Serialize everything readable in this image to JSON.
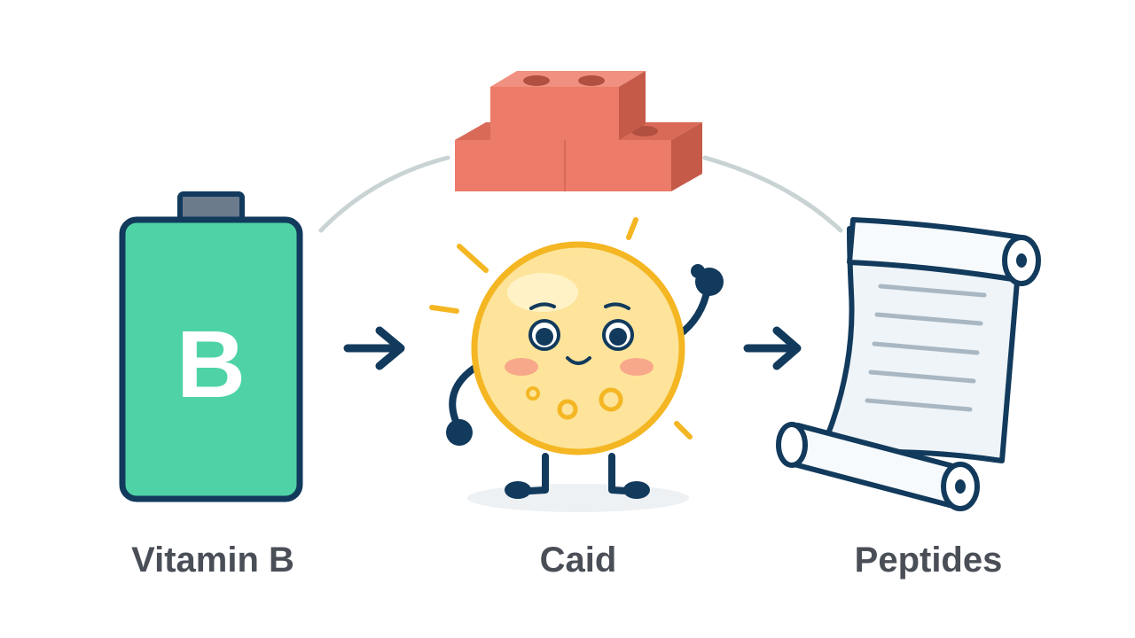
{
  "colors": {
    "battery": "#4fd3a6",
    "outline": "#123a5c",
    "brick": "#ec7b69",
    "sun": "#f4b622",
    "scroll": "#eef4f8",
    "arc": "#c9d3d4",
    "label": "#4a4f57"
  },
  "icons": {
    "battery": "battery-icon",
    "brick": "lego-brick-icon",
    "mascot": "smiling-cell-mascot",
    "scroll": "paper-scroll-icon",
    "arrow": "arrow-right-icon"
  },
  "battery": {
    "letter": "B"
  },
  "labels": {
    "left": "Vitamin B",
    "center": "Caid",
    "right": "Peptides"
  }
}
